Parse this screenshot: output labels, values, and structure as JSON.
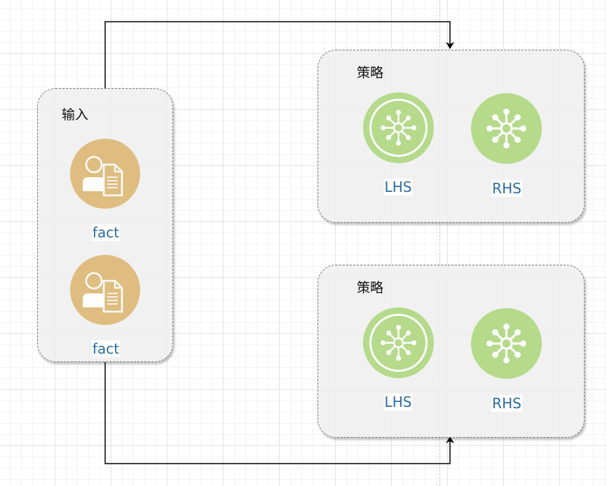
{
  "colors": {
    "fact_fill": "#dfbd80",
    "node_fill": "#b4da8a",
    "label_text": "#2b6ca3",
    "connector": "#000000"
  },
  "input_group": {
    "title": "输入",
    "items": [
      {
        "label": "fact",
        "icon": "user-document-icon"
      },
      {
        "label": "fact",
        "icon": "user-document-icon"
      }
    ]
  },
  "policies": [
    {
      "title": "策略",
      "lhs": {
        "label": "LHS",
        "icon": "hub-ring-icon"
      },
      "rhs": {
        "label": "RHS",
        "icon": "hub-icon"
      }
    },
    {
      "title": "策略",
      "lhs": {
        "label": "LHS",
        "icon": "hub-ring-icon"
      },
      "rhs": {
        "label": "RHS",
        "icon": "hub-icon"
      }
    }
  ],
  "connectors": [
    {
      "from": "input_group",
      "to": "policies.0"
    },
    {
      "from": "input_group",
      "to": "policies.1"
    }
  ]
}
